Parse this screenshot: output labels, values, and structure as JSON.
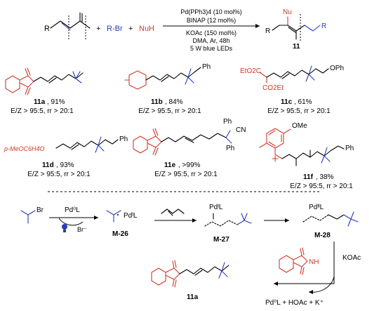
{
  "reaction": {
    "substrate_r": "R",
    "reagent1": "R-Br",
    "reagent2": "NuH",
    "plus": "+",
    "conditions": [
      "Pd(PPh3)4 (10 mol%)",
      "BINAP (12 mol%)",
      "KOAc (150 mol%)",
      "DMA, Ar, 48h",
      "5 W blue LEDs"
    ],
    "product_nu": "Nu",
    "product_r1": "R",
    "product_r2": "R",
    "product_label": "11"
  },
  "products": [
    {
      "label": "11a",
      "yield": ", 91%",
      "sel": "E/Z > 95:5, rr > 20:1"
    },
    {
      "label": "11b",
      "yield": ", 84%",
      "sel": "E/Z > 95:5, rr > 20:1",
      "sub": "Ph"
    },
    {
      "label": "11c",
      "yield": ", 61%",
      "sel": "E/Z > 95:5, rr > 20:1",
      "sub": "OPh",
      "ester1": "EtO2C",
      "ester2": "CO2Et"
    },
    {
      "label": "11d",
      "yield": ", 93%",
      "sel": "E/Z > 95:5, rr > 20:1",
      "sub": "Ph",
      "nu": "p-MeOC6H4O"
    },
    {
      "label": "11e",
      "yield": ", >99%",
      "sel": "E/Z > 95:5, rr > 20:1",
      "sub1": "Ph",
      "sub2": "Ph",
      "sub3": "CN"
    },
    {
      "label": "11f",
      "yield": ", 38%",
      "sel": "E/Z > 95:5, rr > 20:1",
      "sub": "Ph",
      "ome": "OMe"
    }
  ],
  "mechanism": {
    "br": "Br",
    "pd0l": "Pd⁰L",
    "pd1l": "PdᴵL",
    "br_minus": "Br⁻",
    "m26": "M-26",
    "m27": "M-27",
    "m28": "M-28",
    "pd1l_b": "PdᴵL",
    "pd2l": "PdᴵᴵL",
    "nh": "NH",
    "koac": "KOAc",
    "byproducts": "Pd⁰L + HOAc + K⁺",
    "final_label": "11a"
  },
  "colors": {
    "red": "#d0392b",
    "blue": "#2a3bbf",
    "black": "#000000"
  }
}
